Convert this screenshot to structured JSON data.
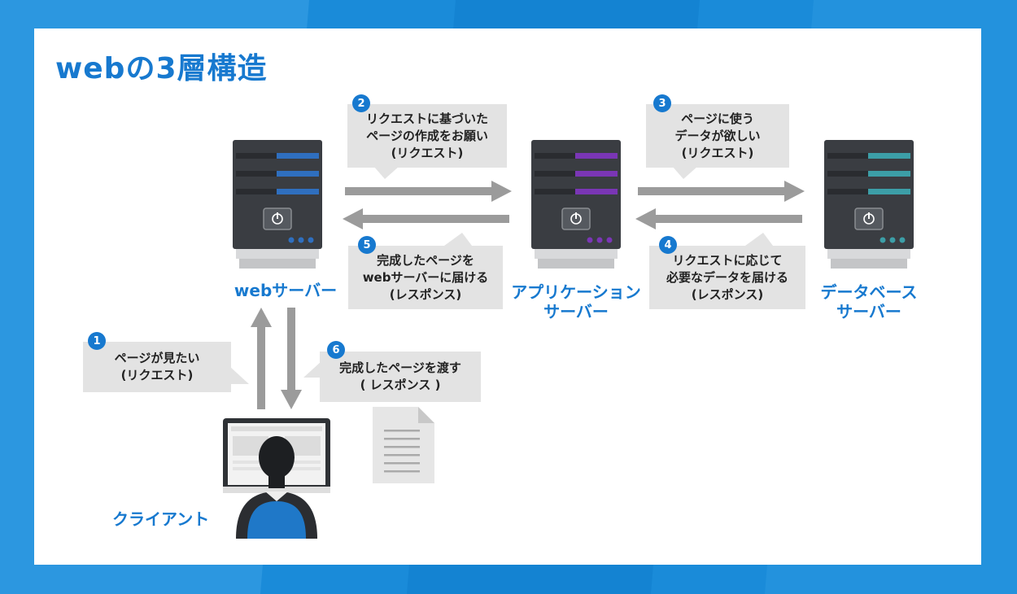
{
  "title": "webの3層構造",
  "servers": {
    "web": {
      "label": "webサーバー",
      "accent": "#2f6fbf"
    },
    "app": {
      "label_line1": "アプリケーション",
      "label_line2": "サーバー",
      "accent": "#7a36b5"
    },
    "db": {
      "label_line1": "データベース",
      "label_line2": "サーバー",
      "accent": "#3c9ea7"
    }
  },
  "client": {
    "label": "クライアント"
  },
  "steps": [
    {
      "number": "1",
      "lines": [
        "ページが見たい",
        "(リクエスト)"
      ]
    },
    {
      "number": "2",
      "lines": [
        "リクエストに基づいた",
        "ページの作成をお願い",
        "(リクエスト)"
      ]
    },
    {
      "number": "3",
      "lines": [
        "ページに使う",
        "データが欲しい",
        "(リクエスト)"
      ]
    },
    {
      "number": "4",
      "lines": [
        "リクエストに応じて",
        "必要なデータを届ける",
        "(レスポンス)"
      ]
    },
    {
      "number": "5",
      "lines": [
        "完成したページを",
        "webサーバーに届ける",
        "(レスポンス)"
      ]
    },
    {
      "number": "6",
      "lines": [
        "完成したページを渡す",
        "( レスポンス )"
      ]
    }
  ],
  "colors": {
    "accent_blue": "#1779cf",
    "background": "#1a8bd9",
    "arrow_gray": "#9b9b9b",
    "bubble_gray": "#e3e3e3",
    "server_body": "#3a3d42"
  },
  "icons": [
    "server-icon",
    "power-icon",
    "document-icon",
    "user-at-monitor-icon"
  ]
}
